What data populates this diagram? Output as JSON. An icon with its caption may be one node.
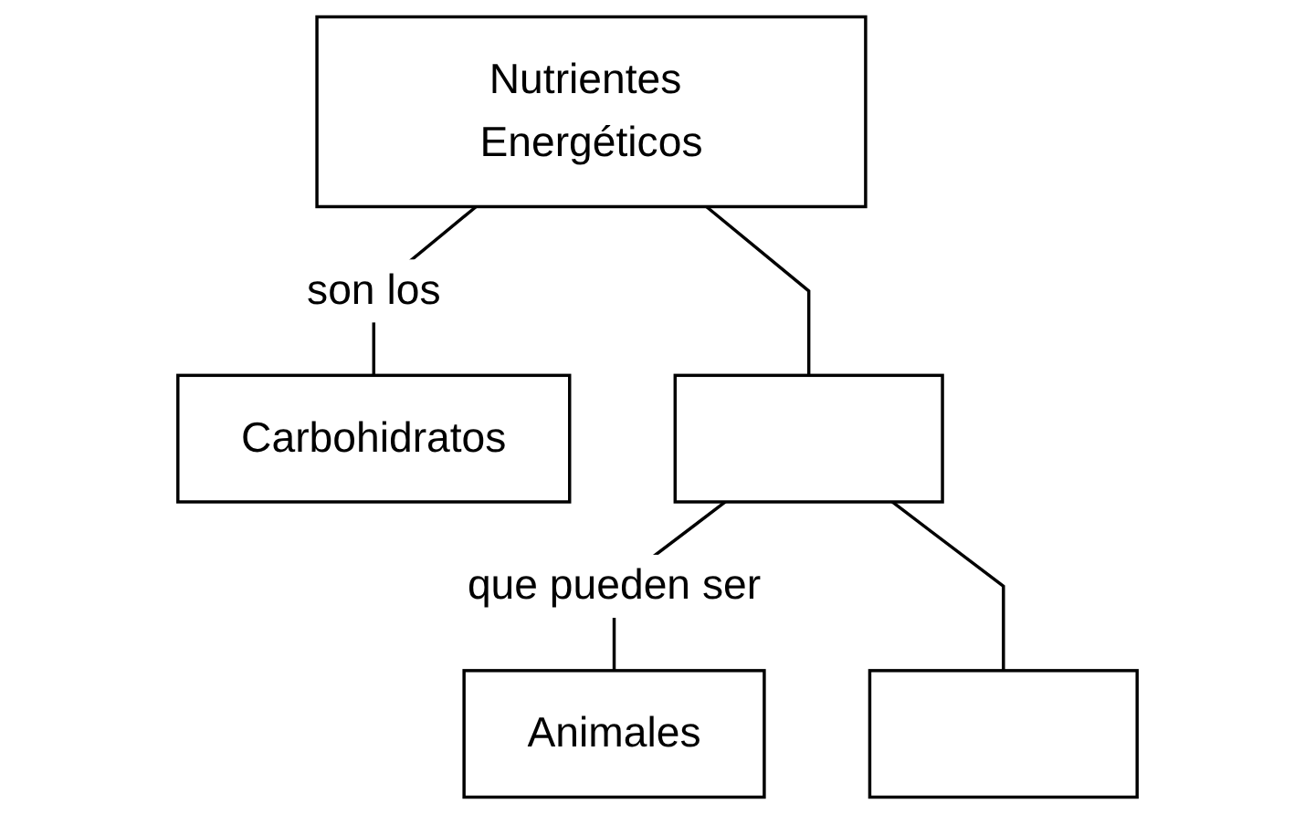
{
  "diagram": {
    "nodes": [
      {
        "text": [
          "Nutrientes Energéticos"
        ]
      },
      {
        "text": [
          "Carbohidratos"
        ]
      },
      {
        "text": [],
        "shape": "box"
      },
      {
        "text": [
          "Animales"
        ]
      },
      {
        "text": [],
        "shape": "box"
      }
    ],
    "edges": [
      {
        "from": 0,
        "to": 1,
        "arrow": "none",
        "label": "son los"
      },
      {
        "from": 0,
        "to": 2,
        "arrow": "none"
      },
      {
        "from": 2,
        "to": 3,
        "arrow": "none",
        "label": "que pueden ser"
      },
      {
        "from": 2,
        "to": 4,
        "arrow": "none"
      }
    ]
  }
}
